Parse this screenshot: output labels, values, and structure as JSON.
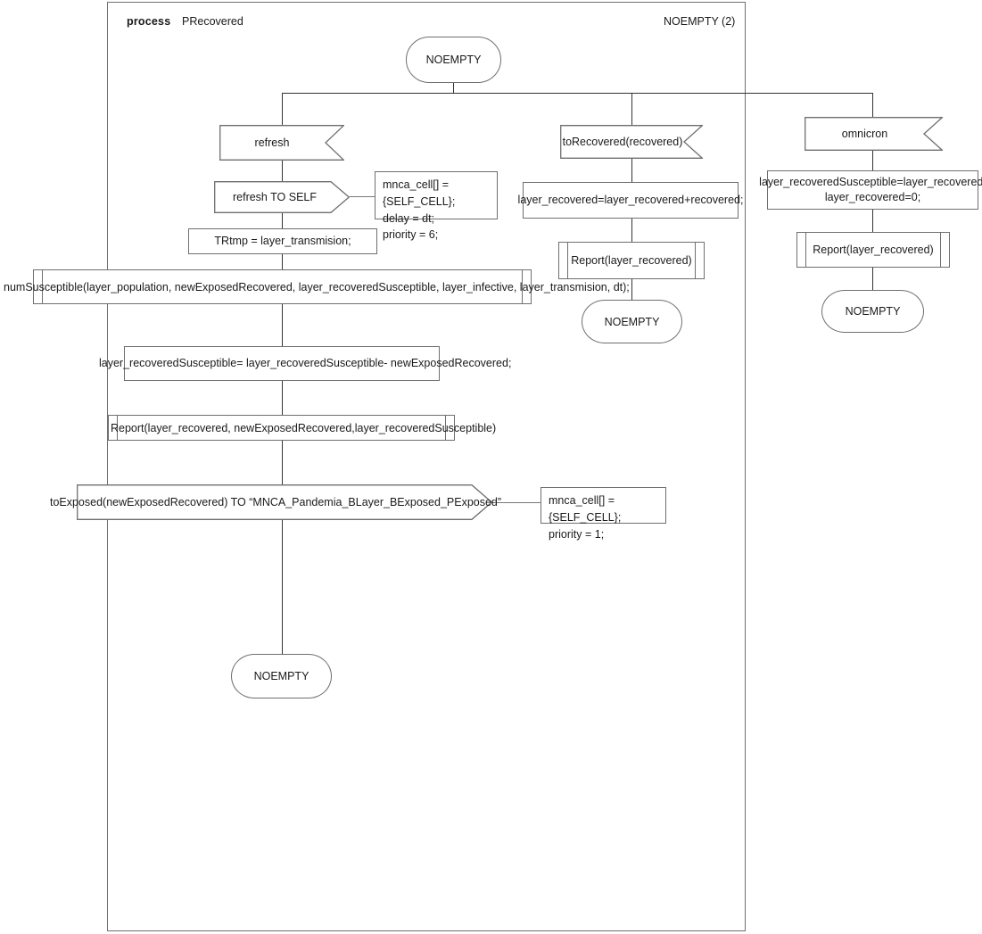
{
  "diagram": {
    "type": "sdl-process-diagram",
    "keyword": "process",
    "process_name": "PRecovered",
    "page_label": "NOEMPTY (2)",
    "colors": {
      "stroke": "#6f6f6f",
      "line": "#333333",
      "text": "#1a1a1a",
      "background": "#ffffff"
    }
  },
  "start_state": {
    "label": "NOEMPTY"
  },
  "branches": {
    "refresh": {
      "input_signal": "refresh",
      "output_signal": "refresh TO SELF",
      "output_note": "mnca_cell[] = {SELF_CELL};\ndelay = dt;\npriority = 6;",
      "task_trtmp": "TRtmp  = layer_transmision;",
      "procedure_numsusceptible": "numSusceptible(layer_population, newExposedRecovered, layer_recoveredSusceptible, layer_infective, layer_transmision, dt);",
      "task_update": "layer_recoveredSusceptible= layer_recoveredSusceptible- newExposedRecovered;",
      "procedure_report": "Report(layer_recovered, newExposedRecovered,layer_recoveredSusceptible)",
      "output_toexposed": "toExposed(newExposedRecovered) TO “MNCA_Pandemia_BLayer_BExposed_PExposed”",
      "toexposed_note": "mnca_cell[] = {SELF_CELL};\npriority = 1;",
      "end_state": "NOEMPTY"
    },
    "toRecovered": {
      "input_signal": "toRecovered(recovered)",
      "task_accumulate": "layer_recovered=layer_recovered+recovered;",
      "procedure_report": "Report(layer_recovered)",
      "end_state": "NOEMPTY"
    },
    "omnicron": {
      "input_signal": "omnicron",
      "task_reset": "layer_recoveredSusceptible=layer_recovered;\nlayer_recovered=0;",
      "procedure_report": "Report(layer_recovered)",
      "end_state": "NOEMPTY"
    }
  }
}
